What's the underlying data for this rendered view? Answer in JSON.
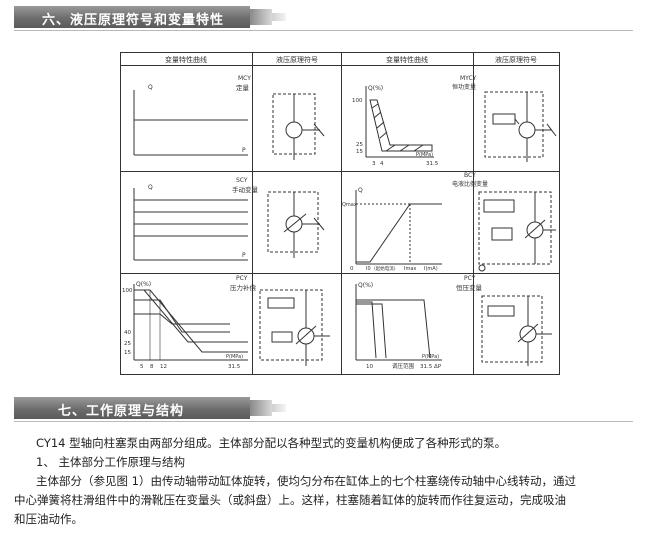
{
  "section6": {
    "title": "六、液压原理符号和变量特性"
  },
  "section7": {
    "title": "七、工作原理与结构"
  },
  "table": {
    "col_headers": [
      "变量特性曲线",
      "液压原理符号",
      "变量特性曲线",
      "液压原理符号"
    ],
    "cells": [
      {
        "code": "MCY",
        "name": "定量",
        "axis_y": "Q",
        "axis_x": "P"
      },
      {
        "code": "MYCY",
        "name": "恒功变量",
        "axis_y": "Q(%)",
        "axis_x": "P(MPa)",
        "y_ticks": [
          "100",
          "25",
          "15"
        ],
        "x_ticks": [
          "3",
          "4",
          "31.5"
        ]
      },
      {
        "code": "SCY",
        "name": "手动变量",
        "axis_y": "Q",
        "axis_x": "P"
      },
      {
        "code": "BCY",
        "name": "电液比例变量",
        "axis_y": "Q",
        "q_max": "Qmax",
        "zero": "0",
        "i0_label": "I0",
        "i_label": "(起始电流)",
        "imax_label": "Imax",
        "axis_x": "I(mA)"
      },
      {
        "code": "PCY",
        "name": "压力补偿",
        "axis_y": "Q(%)",
        "axis_x": "P(MPa)",
        "y_ticks": [
          "100",
          "40",
          "25",
          "15"
        ],
        "x_ticks": [
          "5",
          "8",
          "12",
          "31.5"
        ]
      },
      {
        "code": "PCY",
        "name": "恒压变量",
        "axis_y": "Q(%)",
        "axis_x": "P(MPa)",
        "x_ticks": [
          "10",
          "31.5"
        ],
        "range_label": "调压范围",
        "dp_label": "ΔP"
      }
    ]
  },
  "body": {
    "p1": "CY14 型轴向柱塞泵由两部分组成。主体部分配以各种型式的变量机构便成了各种形式的泵。",
    "p2": "1、 主体部分工作原理与结构",
    "p3": "主体部分（参见图 1）由传动轴带动缸体旋转，使均匀分布在缸体上的七个柱塞绕传动轴中心线转动，通过",
    "p4": "中心弹簧将柱滑组件中的滑靴压在变量头（或斜盘）上。这样，柱塞随着缸体的旋转而作往复运动，完成吸油",
    "p5": "和压油动作。"
  }
}
